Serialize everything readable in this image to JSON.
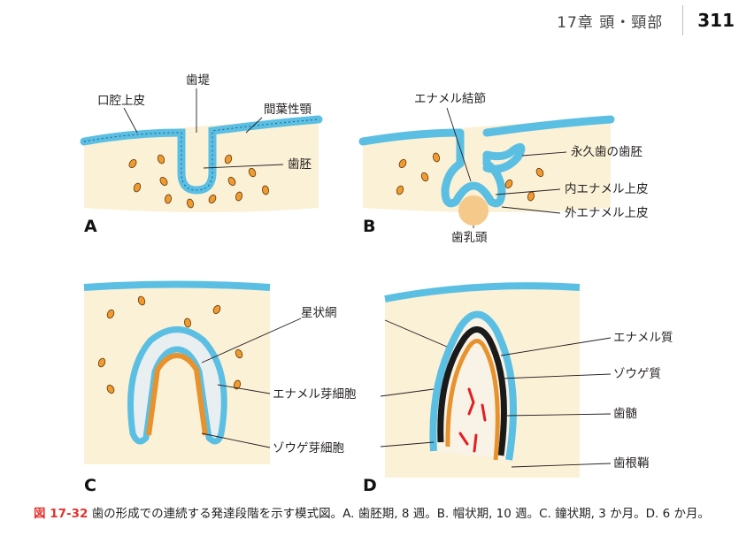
{
  "header": {
    "chapter": "17章 頭・頸部",
    "page_number": "311"
  },
  "panels": {
    "a": "A",
    "b": "B",
    "c": "C",
    "d": "D"
  },
  "labels": {
    "koukuu_johi": "口腔上皮",
    "shitei": "歯堤",
    "kanyousei_gaku": "間葉性顎",
    "shihai_a": "歯胚",
    "enamel_kessetsu": "エナメル結節",
    "eikyuushi_shihai": "永久歯の歯胚",
    "nai_enamel_johi": "内エナメル上皮",
    "gai_enamel_johi": "外エナメル上皮",
    "shinyuutou": "歯乳頭",
    "seijoumou": "星状網",
    "enamel_gasaibou": "エナメル芽細胞",
    "zouge_gasaibou": "ゾウゲ芽細胞",
    "enamel_shitsu": "エナメル質",
    "zouge_shitsu": "ゾウゲ質",
    "shizui": "歯髄",
    "shikonshou": "歯根鞘"
  },
  "caption": {
    "figure_id": "図 17-32",
    "text": "歯の形成での連続する発達段階を示す模式図。A. 歯胚期, 8 週。B. 帽状期, 10 週。C. 鐘状期, 3 か月。D. 6 か月。"
  },
  "colors": {
    "epithelium": "#5bbfe3",
    "mesenchyme": "#fbf1d6",
    "cell": "#f29a2e",
    "papilla": "#f4c98a",
    "odontoblast": "#e8922e",
    "enamel": "#1a1a1a",
    "vessel": "#e31e24",
    "caption_accent": "#e3342f"
  }
}
